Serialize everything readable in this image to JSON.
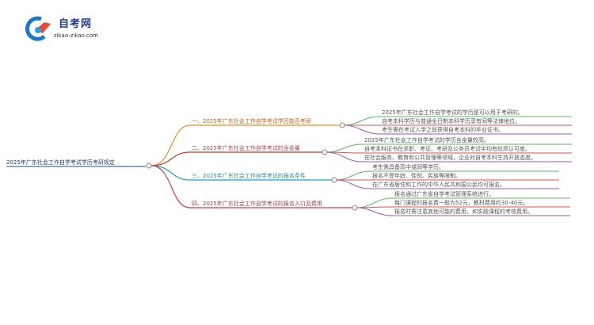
{
  "logo": {
    "title": "自考网",
    "url": "zikao-zikao.com"
  },
  "root": "2025年广东社会工作自学考试学历考研规定",
  "branches": [
    {
      "label": "一、2025年广东社会工作自学考试学历能否考研",
      "color": "#f08a24",
      "leaves": [
        "2025年广东社会工作自学考试的学历是可以用于考研的。",
        "自考本科学历与普通全日制本科学历享有同等法律地位。",
        "考生需在考试入学之前获得自考本科的毕业证书。"
      ]
    },
    {
      "label": "二、2025年广东社会工作自学考试的含金量",
      "color": "#c0392b",
      "leaves": [
        "2025年广东社会工作自学考试的学历含金量较高。",
        "自考本科证书在求职、考证、考研及公务员考试中均有较高认可度。",
        "在社会服务、教育和公共管理等领域，企业对自考本科生持开放态度。"
      ]
    },
    {
      "label": "三、2025年广东社会工作自学考试的报名条件",
      "color": "#1aa3c4",
      "leaves": [
        "考生需具备高中或同等学历。",
        "报名不受年龄、性别、民族等限制。",
        "在广东省居住和工作的中华人民共和国公民均可报名。"
      ]
    },
    {
      "label": "四、2025年广东社会工作自学考试的报名入口及费用",
      "color": "#d9364a",
      "leaves": [
        "报名通过广东省自学考试管理系统进行。",
        "每门课程的报名费一般为52元，教材费用约30-40元。",
        "报名时需注意其他可能的费用，如实践课程的考核费用。"
      ]
    }
  ],
  "colors": {
    "root_line": "#3b6fd6",
    "leaf_colors": [
      "#5cb85c",
      "#d9534f",
      "#9b59b6"
    ]
  }
}
